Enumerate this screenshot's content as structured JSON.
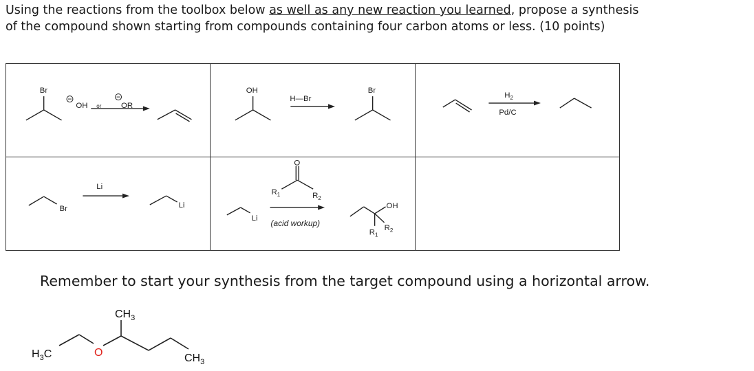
{
  "question": {
    "part1": "Using the reactions from the toolbox below ",
    "underlined": "as well as any new reaction you learned",
    "part2": ", propose a synthesis",
    "line2": "of the compound shown starting from compounds containing four carbon atoms or less.  (10 points)"
  },
  "toolbox": {
    "cell1": {
      "sm_label": "Br",
      "base1": "OH",
      "or": "or",
      "base2": "OR"
    },
    "cell2": {
      "sm_label": "OH",
      "reagent": "H—Br",
      "prod_label": "Br"
    },
    "cell3": {
      "reagent_main": "H",
      "reagent_sub": "2",
      "catalyst": "Pd/C"
    },
    "cell4": {
      "sm_label": "Br",
      "reagent": "Li",
      "prod_label": "Li"
    },
    "cell5": {
      "sm_label": "Li",
      "carbonyl_o": "O",
      "r1": "R",
      "r1_sub": "1",
      "r2": "R",
      "r2_sub": "2",
      "workup": "(acid workup)",
      "prod_oh": "OH",
      "prod_r1": "R",
      "prod_r1_sub": "1",
      "prod_r2": "R",
      "prod_r2_sub": "2"
    }
  },
  "remember": "Remember to start your synthesis from the target compound using a horizontal arrow.",
  "target": {
    "left_group": "H",
    "left_sub": "3",
    "left_tail": "C",
    "oxygen": "O",
    "top_group": "CH",
    "top_sub": "3",
    "right_group": "CH",
    "right_sub": "3",
    "oxygen_color": "#e0231c"
  }
}
